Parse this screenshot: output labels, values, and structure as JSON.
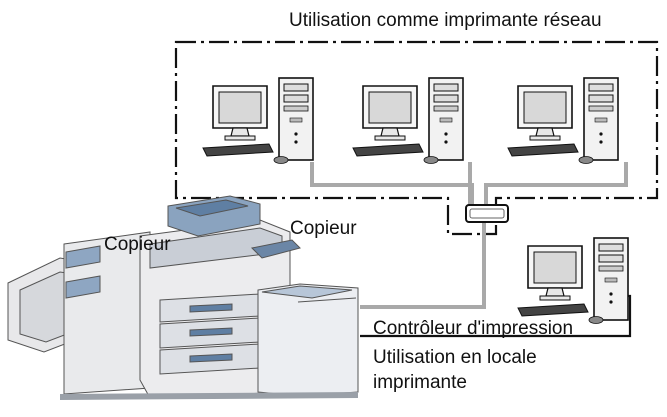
{
  "labels": {
    "network_printer": "Utilisation comme imprimante réseau",
    "copier_top": "Copieur",
    "copier_overlap": "Copieur",
    "print_controller": "Contrôleur d'impression",
    "local_line1": "Utilisation en locale",
    "local_line2": "imprimante"
  },
  "colors": {
    "line": "#111111",
    "cable": "#a9a9a9",
    "machine_body": "#e6e6e8",
    "machine_shadow": "#9aa0a8",
    "accent_blue": "#5f7fa3",
    "monitor_screen": "#d8d8d8"
  },
  "icons": {
    "computer": "desktop-computer-icon",
    "hub": "network-hub-icon",
    "copier": "copier-machine-icon"
  }
}
